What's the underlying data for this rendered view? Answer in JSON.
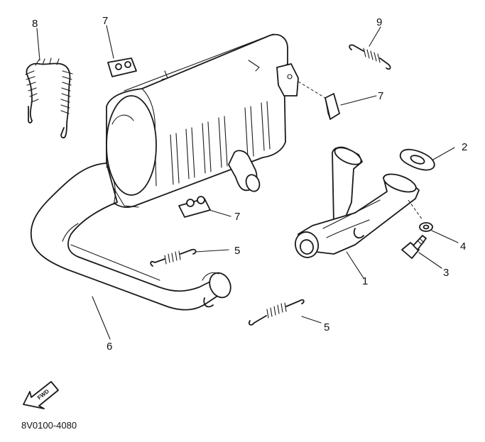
{
  "callouts": [
    {
      "number": "1",
      "part": "exhaust-pipe"
    },
    {
      "number": "2",
      "part": "gasket"
    },
    {
      "number": "3",
      "part": "bolt"
    },
    {
      "number": "4",
      "part": "washer"
    },
    {
      "number": "5",
      "part": "spring-lower-left"
    },
    {
      "number": "5",
      "part": "spring-bottom"
    },
    {
      "number": "6",
      "part": "muffler-pipe"
    },
    {
      "number": "7",
      "part": "bracket-top-left"
    },
    {
      "number": "7",
      "part": "bracket-right"
    },
    {
      "number": "7",
      "part": "bracket-lower"
    },
    {
      "number": "8",
      "part": "long-spring"
    },
    {
      "number": "9",
      "part": "short-spring"
    }
  ],
  "direction_label": "FWD",
  "diagram_code": "8V0100-4080"
}
